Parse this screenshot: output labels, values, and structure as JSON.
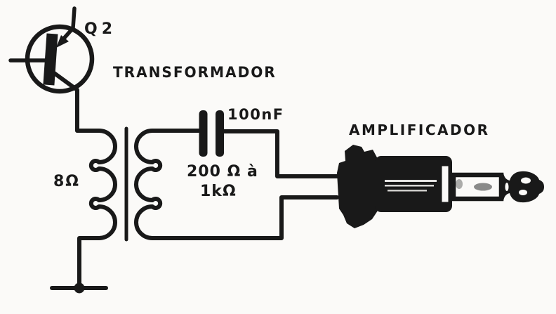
{
  "colors": {
    "ink": "#191919",
    "paper": "#fbfaf8"
  },
  "schematic": {
    "transistor_label": "Q2",
    "transformer_label": "TRANSFORMADOR",
    "capacitor_label": "100nF",
    "primary_impedance_label": "8Ω",
    "secondary_impedance_label_line1": "200 Ω à",
    "secondary_impedance_label_line2": "1kΩ",
    "output_label": "AMPLIFICADOR"
  }
}
